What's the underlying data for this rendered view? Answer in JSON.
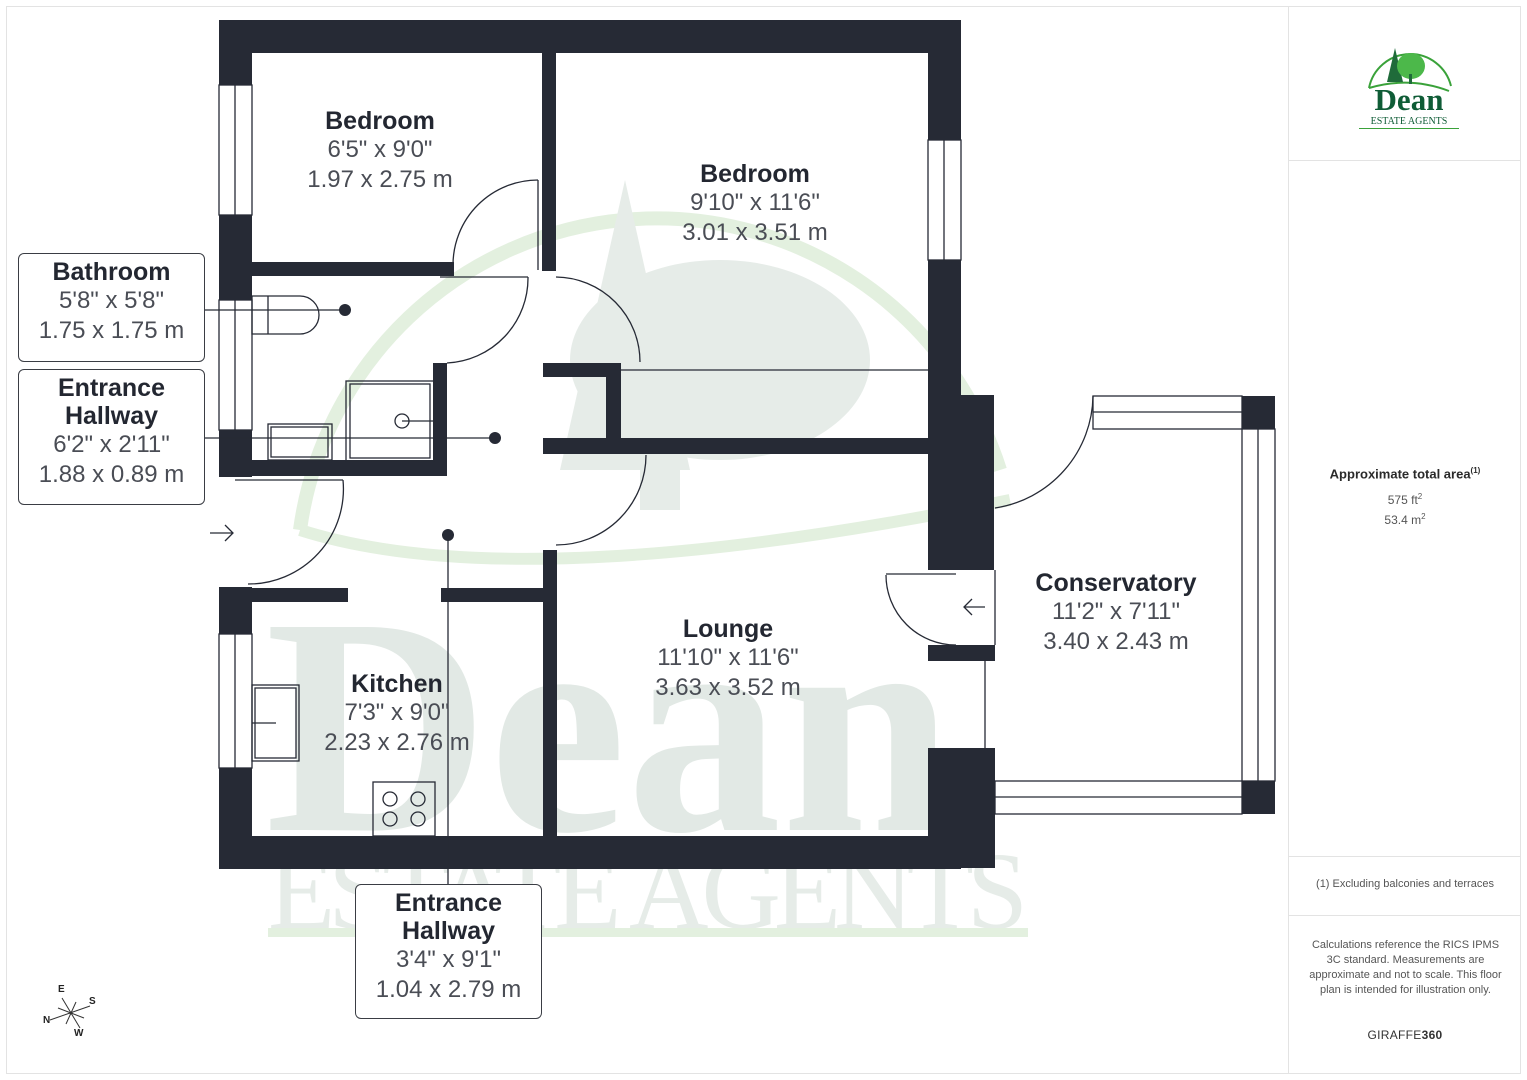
{
  "plan": {
    "rooms": [
      {
        "name": "Bedroom",
        "imperial": "6'5\" x 9'0\"",
        "metric": "1.97 x 2.75 m"
      },
      {
        "name": "Bedroom",
        "imperial": "9'10\" x 11'6\"",
        "metric": "3.01 x 3.51 m"
      },
      {
        "name": "Kitchen",
        "imperial": "7'3\" x 9'0\"",
        "metric": "2.23 x 2.76 m"
      },
      {
        "name": "Lounge",
        "imperial": "11'10\" x 11'6\"",
        "metric": "3.63 x 3.52 m"
      },
      {
        "name": "Conservatory",
        "imperial": "11'2\" x 7'11\"",
        "metric": "3.40 x 2.43 m"
      }
    ],
    "callouts": [
      {
        "name": "Bathroom",
        "imperial": "5'8\" x 5'8\"",
        "metric": "1.75 x 1.75 m"
      },
      {
        "name_line1": "Entrance",
        "name_line2": "Hallway",
        "imperial": "6'2\" x 2'11\"",
        "metric": "1.88 x 0.89 m"
      },
      {
        "name_line1": "Entrance",
        "name_line2": "Hallway",
        "imperial": "3'4\" x 9'1\"",
        "metric": "1.04 x 2.79 m"
      }
    ],
    "compass": {
      "e": "E",
      "s": "S",
      "n": "N",
      "w": "W"
    },
    "watermark": {
      "word": "Dean",
      "sub": "ESTATE AGENTS"
    },
    "colors": {
      "wall": "#262a35",
      "watermark": "#e4ebe6",
      "watermark_green": "#e3f0df"
    }
  },
  "sidebar": {
    "logo": {
      "word": "Dean",
      "sub": "ESTATE AGENTS",
      "color": "#0f5c36",
      "accent": "#3aa23a"
    },
    "area_title": "Approximate total area",
    "area_sup": "(1)",
    "area_ft": "575 ft",
    "area_m": "53.4 m",
    "footnote": "(1) Excluding balconies and terraces",
    "disclaimer": "Calculations reference the RICS IPMS 3C standard. Measurements are approximate and not to scale. This floor plan is intended for illustration only.",
    "brand_light": "GIRAFFE",
    "brand_bold": "360"
  }
}
